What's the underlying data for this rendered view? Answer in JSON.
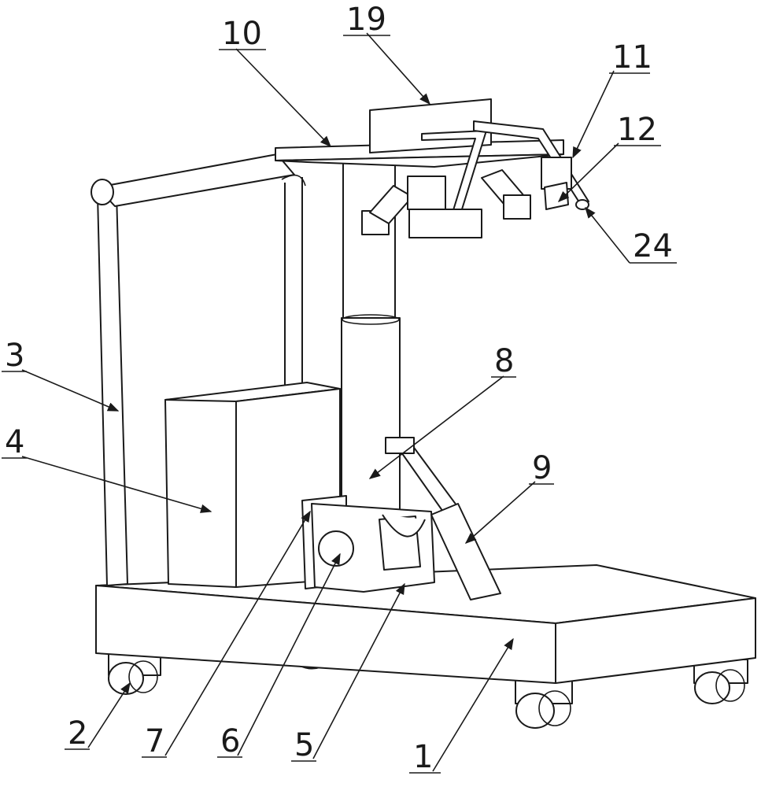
{
  "callouts": {
    "c1": "1",
    "c2": "2",
    "c3": "3",
    "c4": "4",
    "c5": "5",
    "c6": "6",
    "c7": "7",
    "c8": "8",
    "c9": "9",
    "c10": "10",
    "c11": "11",
    "c12": "12",
    "c19": "19",
    "c24": "24"
  },
  "colors": {
    "line": "#1a1a1a",
    "fill": "#ffffff"
  }
}
